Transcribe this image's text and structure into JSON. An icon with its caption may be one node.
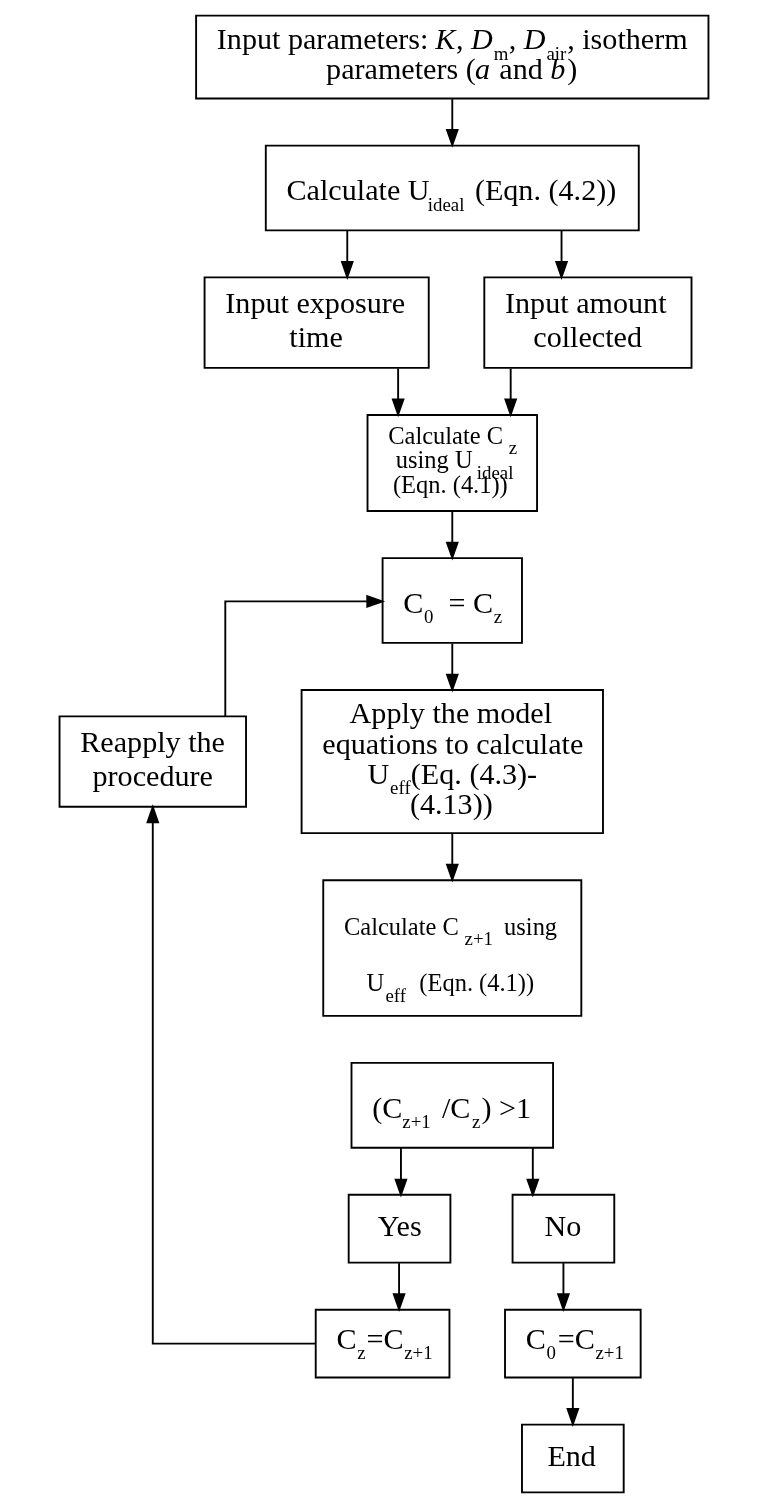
{
  "diagram": {
    "nodes": [
      {
        "text": [
          "Input parameters: *K*, *D*$_{m}$, *D*$_{air}$, isotherm parameters (*a* and *b*)"
        ]
      },
      {
        "text": [
          "Calculate U$_{ideal}$ (Eqn. (4.2))"
        ]
      },
      {
        "text": [
          "Input exposure time"
        ]
      },
      {
        "text": [
          "Input amount collected"
        ]
      },
      {
        "text": [
          "Calculate C$_{z}$ using U$_{ideal}$ (Eqn. (4.1))"
        ]
      },
      {
        "text": [
          "C$_{0}$ = C$_{z}$"
        ]
      },
      {
        "text": [
          "Reapply the procedure"
        ]
      },
      {
        "text": [
          "Apply the model equations to calculate U$_{eff}$(Eq. (4.3)- (4.13))"
        ]
      },
      {
        "text": [
          "Calculate C$_{z+1}$ using U$_{eff}$ (Eqn. (4.1))"
        ]
      },
      {
        "text": [
          "(C$_{z+1}$ /C$_{z}$) >1"
        ]
      },
      {
        "text": [
          "Yes"
        ]
      },
      {
        "text": [
          "No"
        ]
      },
      {
        "text": [
          "C$_{z}$=C$_{z+1}$"
        ]
      },
      {
        "text": [
          "C$_{0}$=C$_{z+1}$"
        ]
      },
      {
        "text": [
          "End"
        ]
      }
    ],
    "edges": [
      {
        "from": 0,
        "to": 1,
        "arrow": "to"
      },
      {
        "from": 1,
        "to": 2,
        "arrow": "to"
      },
      {
        "from": 1,
        "to": 3,
        "arrow": "to"
      },
      {
        "from": 2,
        "to": 4,
        "arrow": "to"
      },
      {
        "from": 3,
        "to": 4,
        "arrow": "to"
      },
      {
        "from": 4,
        "to": 5,
        "arrow": "to"
      },
      {
        "from": 5,
        "to": 7,
        "arrow": "to"
      },
      {
        "from": 7,
        "to": 8,
        "arrow": "to"
      },
      {
        "from": 9,
        "to": 10,
        "arrow": "to"
      },
      {
        "from": 9,
        "to": 11,
        "arrow": "to"
      },
      {
        "from": 10,
        "to": 12,
        "arrow": "to"
      },
      {
        "from": 12,
        "to": 6,
        "arrow": "to"
      },
      {
        "from": 6,
        "to": 5,
        "arrow": "to"
      },
      {
        "from": 11,
        "to": 13,
        "arrow": "to"
      },
      {
        "from": 13,
        "to": 14,
        "arrow": "to"
      }
    ]
  }
}
